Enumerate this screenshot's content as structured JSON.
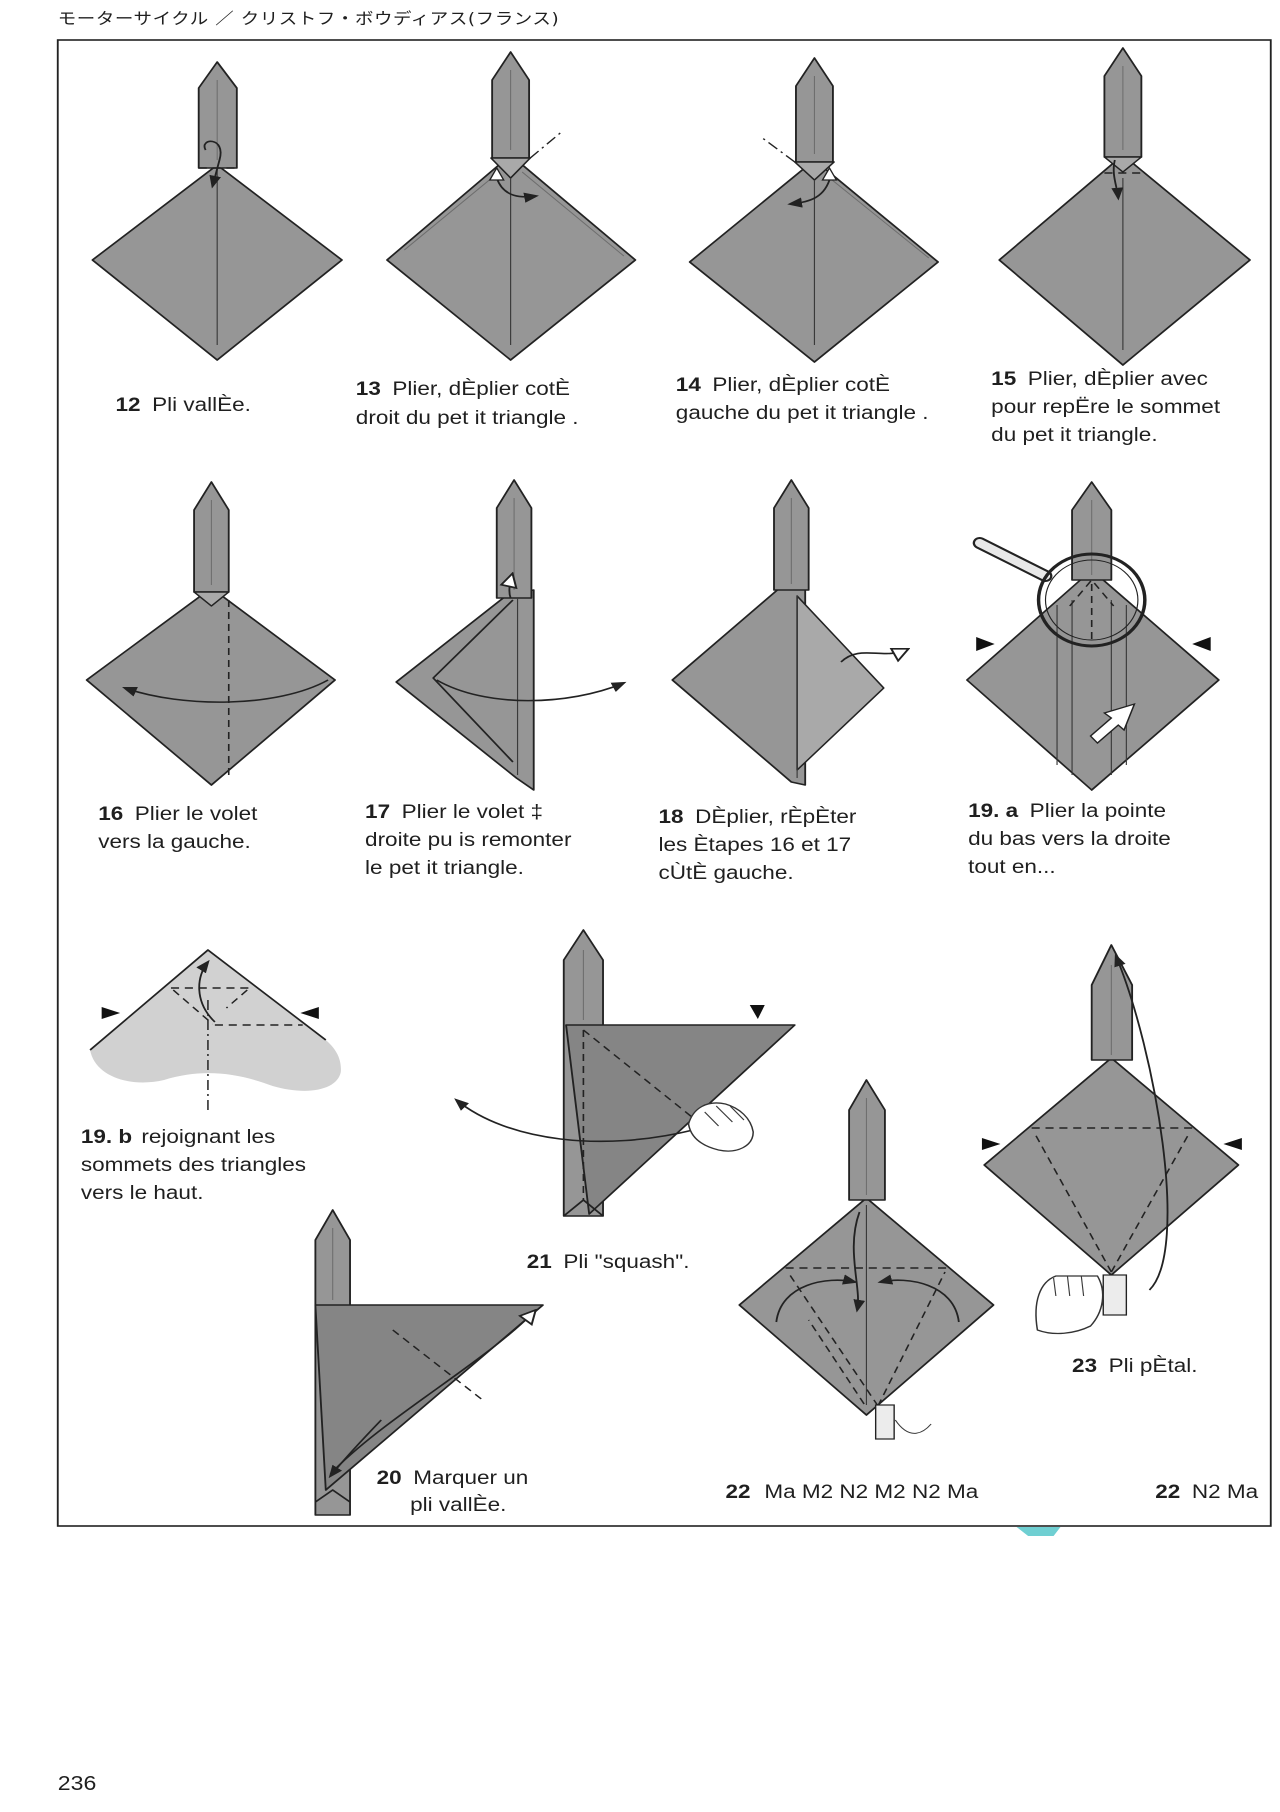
{
  "header": {
    "title": "モーターサイクル ／ クリストフ・ボウディアス(フランス)"
  },
  "steps": [
    {
      "number": "12",
      "lines": [
        "Pli vallÈe."
      ]
    },
    {
      "number": "13",
      "lines": [
        "Plier, dÈplier cotÈ",
        "droit du pet it triangle ."
      ]
    },
    {
      "number": "14",
      "lines": [
        "Plier, dÈplier cotÈ",
        "gauche du pet it triangle ."
      ]
    },
    {
      "number": "15",
      "lines": [
        "Plier, dÈplier avec",
        "pour repËre le sommet",
        "du pet it triangle."
      ]
    },
    {
      "number": "16",
      "lines": [
        "Plier le volet",
        "vers la gauche."
      ]
    },
    {
      "number": "17",
      "lines": [
        "Plier le volet ‡",
        "droite pu is remonter",
        "le pet it triangle."
      ]
    },
    {
      "number": "18",
      "lines": [
        "DÈplier, rÈpÈter",
        "les Ètapes 16 et 17",
        "cÙtÈ gauche."
      ]
    },
    {
      "number": "19. a",
      "lines": [
        "Plier la pointe",
        "du bas vers la droite",
        "tout en..."
      ]
    },
    {
      "number": "19. b",
      "lines": [
        "rejoignant les",
        "sommets des triangles",
        "vers le haut."
      ]
    },
    {
      "number": "20",
      "lines": [
        "Marquer un",
        "pli vallÈe."
      ]
    },
    {
      "number": "21",
      "lines": [
        "Pli \"squash\"."
      ]
    },
    {
      "number": "22",
      "lines": [
        "Ma M2 N2 M2 N2 Ma"
      ]
    },
    {
      "number": "23",
      "lines": [
        "Pli pÈtal."
      ]
    },
    {
      "number": "22",
      "lines": [
        "N2 Ma"
      ]
    }
  ],
  "footer": {
    "page_number": "236"
  },
  "colors": {
    "paper_gray": "#969696",
    "paper_light": "#d1d1d1",
    "ink": "#1f1f1f",
    "accent_teal": "#6fcfd2"
  }
}
